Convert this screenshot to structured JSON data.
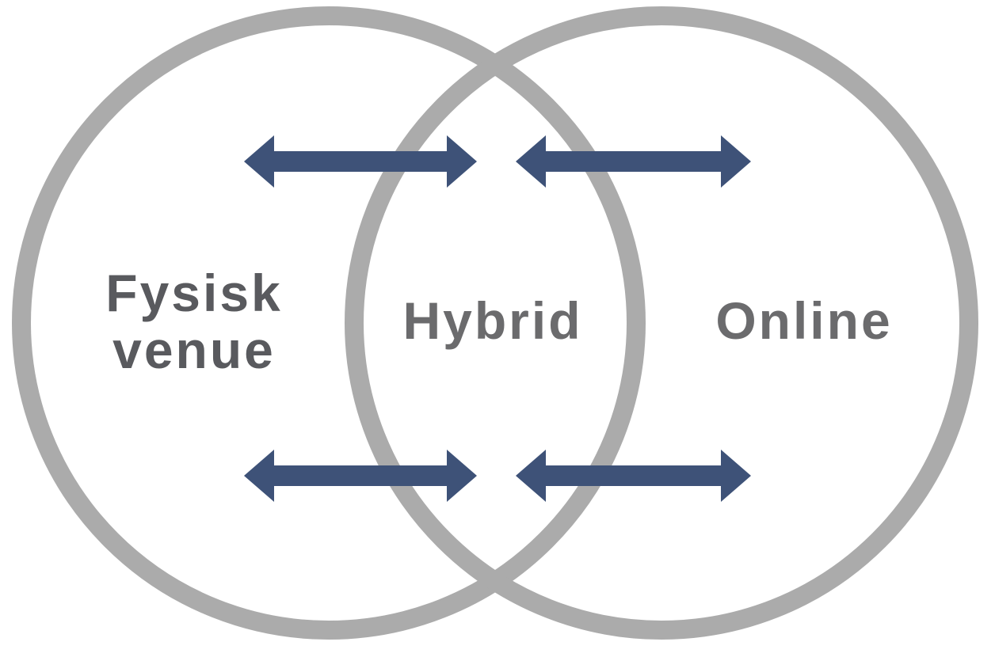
{
  "venn": {
    "left": {
      "label": "Fysisk venue",
      "line1": "Fysisk",
      "line2": "venue"
    },
    "overlap": {
      "label": "Hybrid"
    },
    "right": {
      "label": "Online"
    },
    "arrows": [
      {
        "id": "top-left-arrow",
        "type": "double-headed-horizontal",
        "connects": [
          "Fysisk venue",
          "Hybrid"
        ]
      },
      {
        "id": "top-right-arrow",
        "type": "double-headed-horizontal",
        "connects": [
          "Hybrid",
          "Online"
        ]
      },
      {
        "id": "bottom-left-arrow",
        "type": "double-headed-horizontal",
        "connects": [
          "Fysisk venue",
          "Hybrid"
        ]
      },
      {
        "id": "bottom-right-arrow",
        "type": "double-headed-horizontal",
        "connects": [
          "Hybrid",
          "Online"
        ]
      }
    ]
  },
  "colors": {
    "background": "#FFFFFF",
    "circle_stroke": "#ABABAB",
    "arrow": "#3E5278",
    "left_label": "#595A5E",
    "overlap_label": "#6B6B6D",
    "right_label": "#6B6B6D"
  }
}
